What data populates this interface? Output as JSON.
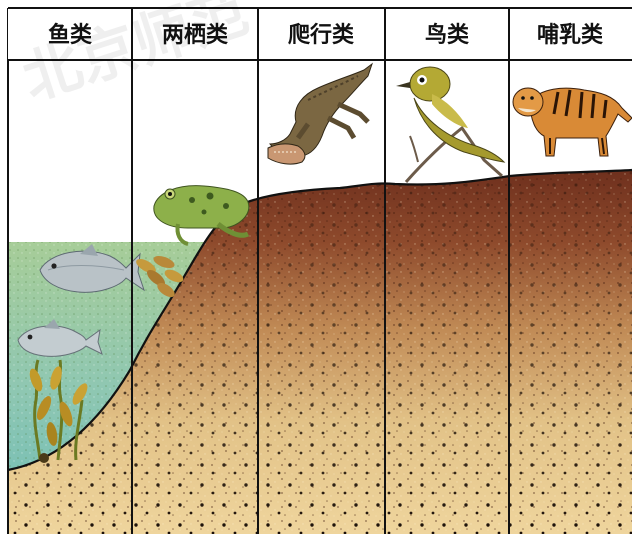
{
  "headers": [
    "鱼类",
    "两栖类",
    "爬行类",
    "鸟类",
    "哺乳类"
  ],
  "watermark": "北京师范",
  "animals": {
    "fish": [
      "fish-icon",
      "fish-icon",
      "seaweed-icon"
    ],
    "amphibian": [
      "frog-icon",
      "frog-eggs-icon"
    ],
    "reptile": [
      "crocodile-icon"
    ],
    "bird": [
      "bird-icon"
    ],
    "mammal": [
      "tiger-icon"
    ]
  },
  "colors": {
    "water": "#9fcfb4",
    "soil_dark": "#6b2e1c",
    "soil_light": "#e9cc8c",
    "border": "#111111"
  }
}
